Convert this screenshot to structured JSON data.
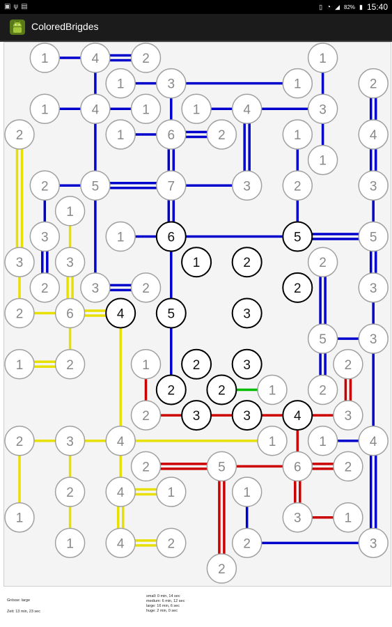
{
  "status_bar": {
    "left_icons": [
      "image-icon",
      "usb-icon",
      "notification-icon"
    ],
    "battery": "82%",
    "time": "15:40"
  },
  "app": {
    "title": "ColoredBrigdes"
  },
  "colors": {
    "blue": "#0000cc",
    "yellow": "#e8e000",
    "red": "#cc0000",
    "green": "#00bb00",
    "node_fill": "#ffffff",
    "node_stroke_done": "#a0a0a0",
    "node_stroke_open": "#000000"
  },
  "footer": {
    "size_label": "Grösse: large",
    "time_label": "Zeit: 13 min, 23 sec",
    "records": [
      "small: 0 min, 14 sec",
      "medium: 6 min, 12 sec",
      "large: 16 min, 6 sec",
      "huge: 2 min, 0 sec"
    ]
  },
  "islands": [
    {
      "id": "a1",
      "col": 1,
      "row": 0,
      "value": "1",
      "done": true
    },
    {
      "id": "a2",
      "col": 3,
      "row": 0,
      "value": "4",
      "done": true
    },
    {
      "id": "a3",
      "col": 5,
      "row": 0,
      "value": "2",
      "done": true
    },
    {
      "id": "a4",
      "col": 12,
      "row": 0,
      "value": "1",
      "done": true
    },
    {
      "id": "b1",
      "col": 4,
      "row": 1,
      "value": "1",
      "done": true
    },
    {
      "id": "b2",
      "col": 6,
      "row": 1,
      "value": "3",
      "done": true
    },
    {
      "id": "b3",
      "col": 11,
      "row": 1,
      "value": "1",
      "done": true
    },
    {
      "id": "b4",
      "col": 14,
      "row": 1,
      "value": "2",
      "done": true
    },
    {
      "id": "c1",
      "col": 1,
      "row": 2,
      "value": "1",
      "done": true
    },
    {
      "id": "c2",
      "col": 3,
      "row": 2,
      "value": "4",
      "done": true
    },
    {
      "id": "c3",
      "col": 5,
      "row": 2,
      "value": "1",
      "done": true
    },
    {
      "id": "c4",
      "col": 7,
      "row": 2,
      "value": "1",
      "done": true
    },
    {
      "id": "c5",
      "col": 9,
      "row": 2,
      "value": "4",
      "done": true
    },
    {
      "id": "c6",
      "col": 12,
      "row": 2,
      "value": "3",
      "done": true
    },
    {
      "id": "d1",
      "col": 0,
      "row": 3,
      "value": "2",
      "done": true
    },
    {
      "id": "d2",
      "col": 4,
      "row": 3,
      "value": "1",
      "done": true
    },
    {
      "id": "d3",
      "col": 6,
      "row": 3,
      "value": "6",
      "done": true
    },
    {
      "id": "d4",
      "col": 8,
      "row": 3,
      "value": "2",
      "done": true
    },
    {
      "id": "d5",
      "col": 11,
      "row": 3,
      "value": "1",
      "done": true
    },
    {
      "id": "d6",
      "col": 14,
      "row": 3,
      "value": "4",
      "done": true
    },
    {
      "id": "e1",
      "col": 12,
      "row": 4,
      "value": "1",
      "done": true
    },
    {
      "id": "f1",
      "col": 1,
      "row": 5,
      "value": "2",
      "done": true
    },
    {
      "id": "f2",
      "col": 3,
      "row": 5,
      "value": "5",
      "done": true
    },
    {
      "id": "f3",
      "col": 6,
      "row": 5,
      "value": "7",
      "done": true
    },
    {
      "id": "f4",
      "col": 9,
      "row": 5,
      "value": "3",
      "done": true
    },
    {
      "id": "f5",
      "col": 11,
      "row": 5,
      "value": "2",
      "done": true
    },
    {
      "id": "f6",
      "col": 14,
      "row": 5,
      "value": "3",
      "done": true
    },
    {
      "id": "g1",
      "col": 2,
      "row": 6,
      "value": "1",
      "done": true
    },
    {
      "id": "h1",
      "col": 1,
      "row": 7,
      "value": "3",
      "done": true
    },
    {
      "id": "h2",
      "col": 4,
      "row": 7,
      "value": "1",
      "done": true
    },
    {
      "id": "h3",
      "col": 6,
      "row": 7,
      "value": "6",
      "done": false
    },
    {
      "id": "h4",
      "col": 11,
      "row": 7,
      "value": "5",
      "done": false
    },
    {
      "id": "h5",
      "col": 14,
      "row": 7,
      "value": "5",
      "done": true
    },
    {
      "id": "i1",
      "col": 0,
      "row": 8,
      "value": "3",
      "done": true
    },
    {
      "id": "i2",
      "col": 2,
      "row": 8,
      "value": "3",
      "done": true
    },
    {
      "id": "i3",
      "col": 7,
      "row": 8,
      "value": "1",
      "done": false
    },
    {
      "id": "i4",
      "col": 9,
      "row": 8,
      "value": "2",
      "done": false
    },
    {
      "id": "i5",
      "col": 12,
      "row": 8,
      "value": "2",
      "done": true
    },
    {
      "id": "j1",
      "col": 1,
      "row": 9,
      "value": "2",
      "done": true
    },
    {
      "id": "j2",
      "col": 3,
      "row": 9,
      "value": "3",
      "done": true
    },
    {
      "id": "j3",
      "col": 5,
      "row": 9,
      "value": "2",
      "done": true
    },
    {
      "id": "j4",
      "col": 11,
      "row": 9,
      "value": "2",
      "done": false
    },
    {
      "id": "j5",
      "col": 14,
      "row": 9,
      "value": "3",
      "done": true
    },
    {
      "id": "k1",
      "col": 0,
      "row": 10,
      "value": "2",
      "done": true
    },
    {
      "id": "k2",
      "col": 2,
      "row": 10,
      "value": "6",
      "done": true
    },
    {
      "id": "k3",
      "col": 4,
      "row": 10,
      "value": "4",
      "done": false
    },
    {
      "id": "k4",
      "col": 6,
      "row": 10,
      "value": "5",
      "done": false
    },
    {
      "id": "k5",
      "col": 9,
      "row": 10,
      "value": "3",
      "done": false
    },
    {
      "id": "l1",
      "col": 12,
      "row": 11,
      "value": "5",
      "done": true
    },
    {
      "id": "l2",
      "col": 14,
      "row": 11,
      "value": "3",
      "done": true
    },
    {
      "id": "m1",
      "col": 0,
      "row": 12,
      "value": "1",
      "done": true
    },
    {
      "id": "m2",
      "col": 2,
      "row": 12,
      "value": "2",
      "done": true
    },
    {
      "id": "m3",
      "col": 5,
      "row": 12,
      "value": "1",
      "done": true
    },
    {
      "id": "m4",
      "col": 7,
      "row": 12,
      "value": "2",
      "done": false
    },
    {
      "id": "m5",
      "col": 9,
      "row": 12,
      "value": "3",
      "done": false
    },
    {
      "id": "m6",
      "col": 13,
      "row": 12,
      "value": "2",
      "done": true
    },
    {
      "id": "n1",
      "col": 6,
      "row": 13,
      "value": "2",
      "done": false
    },
    {
      "id": "n2",
      "col": 8,
      "row": 13,
      "value": "2",
      "done": false
    },
    {
      "id": "n3",
      "col": 10,
      "row": 13,
      "value": "1",
      "done": true
    },
    {
      "id": "n4",
      "col": 12,
      "row": 13,
      "value": "2",
      "done": true
    },
    {
      "id": "o1",
      "col": 5,
      "row": 14,
      "value": "2",
      "done": true
    },
    {
      "id": "o2",
      "col": 7,
      "row": 14,
      "value": "3",
      "done": false
    },
    {
      "id": "o3",
      "col": 9,
      "row": 14,
      "value": "3",
      "done": false
    },
    {
      "id": "o4",
      "col": 11,
      "row": 14,
      "value": "4",
      "done": false
    },
    {
      "id": "o5",
      "col": 13,
      "row": 14,
      "value": "3",
      "done": true
    },
    {
      "id": "p1",
      "col": 0,
      "row": 15,
      "value": "2",
      "done": true
    },
    {
      "id": "p2",
      "col": 2,
      "row": 15,
      "value": "3",
      "done": true
    },
    {
      "id": "p3",
      "col": 4,
      "row": 15,
      "value": "4",
      "done": true
    },
    {
      "id": "p4",
      "col": 10,
      "row": 15,
      "value": "1",
      "done": true
    },
    {
      "id": "p5",
      "col": 12,
      "row": 15,
      "value": "1",
      "done": true
    },
    {
      "id": "p6",
      "col": 14,
      "row": 15,
      "value": "4",
      "done": true
    },
    {
      "id": "q1",
      "col": 5,
      "row": 16,
      "value": "2",
      "done": true
    },
    {
      "id": "q2",
      "col": 8,
      "row": 16,
      "value": "5",
      "done": true
    },
    {
      "id": "q3",
      "col": 11,
      "row": 16,
      "value": "6",
      "done": true
    },
    {
      "id": "q4",
      "col": 13,
      "row": 16,
      "value": "2",
      "done": true
    },
    {
      "id": "r1",
      "col": 2,
      "row": 17,
      "value": "2",
      "done": true
    },
    {
      "id": "r2",
      "col": 4,
      "row": 17,
      "value": "4",
      "done": true
    },
    {
      "id": "r3",
      "col": 6,
      "row": 17,
      "value": "1",
      "done": true
    },
    {
      "id": "r4",
      "col": 9,
      "row": 17,
      "value": "1",
      "done": true
    },
    {
      "id": "s1",
      "col": 0,
      "row": 18,
      "value": "1",
      "done": true
    },
    {
      "id": "s2",
      "col": 11,
      "row": 18,
      "value": "3",
      "done": true
    },
    {
      "id": "s3",
      "col": 13,
      "row": 18,
      "value": "1",
      "done": true
    },
    {
      "id": "t1",
      "col": 2,
      "row": 19,
      "value": "1",
      "done": true
    },
    {
      "id": "t2",
      "col": 4,
      "row": 19,
      "value": "4",
      "done": true
    },
    {
      "id": "t3",
      "col": 6,
      "row": 19,
      "value": "2",
      "done": true
    },
    {
      "id": "t4",
      "col": 9,
      "row": 19,
      "value": "2",
      "done": true
    },
    {
      "id": "t5",
      "col": 14,
      "row": 19,
      "value": "3",
      "done": true
    },
    {
      "id": "u1",
      "col": 8,
      "row": 20,
      "value": "2",
      "done": true
    }
  ],
  "bridges": [
    {
      "from": "a1",
      "to": "a2",
      "count": 1,
      "color": "blue"
    },
    {
      "from": "a2",
      "to": "a3",
      "count": 2,
      "color": "blue"
    },
    {
      "from": "a2",
      "to": "c2",
      "count": 1,
      "color": "blue"
    },
    {
      "from": "a4",
      "to": "c6",
      "count": 1,
      "color": "blue"
    },
    {
      "from": "b1",
      "to": "b2",
      "count": 1,
      "color": "blue"
    },
    {
      "from": "b2",
      "to": "b3",
      "count": 1,
      "color": "blue"
    },
    {
      "from": "b2",
      "to": "d3",
      "count": 1,
      "color": "blue"
    },
    {
      "from": "b4",
      "to": "d6",
      "count": 2,
      "color": "blue"
    },
    {
      "from": "c1",
      "to": "c2",
      "count": 1,
      "color": "blue"
    },
    {
      "from": "c2",
      "to": "c3",
      "count": 1,
      "color": "blue"
    },
    {
      "from": "c2",
      "to": "f2",
      "count": 1,
      "color": "blue"
    },
    {
      "from": "c4",
      "to": "c5",
      "count": 1,
      "color": "blue"
    },
    {
      "from": "c5",
      "to": "c6",
      "count": 1,
      "color": "blue"
    },
    {
      "from": "c5",
      "to": "f4",
      "count": 2,
      "color": "blue"
    },
    {
      "from": "c6",
      "to": "e1",
      "count": 1,
      "color": "blue"
    },
    {
      "from": "d2",
      "to": "d3",
      "count": 1,
      "color": "blue"
    },
    {
      "from": "d3",
      "to": "d4",
      "count": 2,
      "color": "blue"
    },
    {
      "from": "d3",
      "to": "f3",
      "count": 2,
      "color": "blue"
    },
    {
      "from": "d5",
      "to": "f5",
      "count": 1,
      "color": "blue"
    },
    {
      "from": "d6",
      "to": "f6",
      "count": 2,
      "color": "blue"
    },
    {
      "from": "d1",
      "to": "i1",
      "count": 2,
      "color": "yellow"
    },
    {
      "from": "f1",
      "to": "f2",
      "count": 1,
      "color": "blue"
    },
    {
      "from": "f1",
      "to": "h1",
      "count": 1,
      "color": "blue"
    },
    {
      "from": "f2",
      "to": "f3",
      "count": 2,
      "color": "blue"
    },
    {
      "from": "f2",
      "to": "j2",
      "count": 1,
      "color": "blue"
    },
    {
      "from": "f3",
      "to": "f4",
      "count": 1,
      "color": "blue"
    },
    {
      "from": "f3",
      "to": "h3",
      "count": 2,
      "color": "blue"
    },
    {
      "from": "f5",
      "to": "h4",
      "count": 1,
      "color": "blue"
    },
    {
      "from": "f6",
      "to": "h5",
      "count": 1,
      "color": "blue"
    },
    {
      "from": "g1",
      "to": "i2",
      "count": 1,
      "color": "yellow"
    },
    {
      "from": "h1",
      "to": "j1",
      "count": 2,
      "color": "blue"
    },
    {
      "from": "h2",
      "to": "h3",
      "count": 1,
      "color": "blue"
    },
    {
      "from": "h3",
      "to": "h4",
      "count": 1,
      "color": "blue"
    },
    {
      "from": "h4",
      "to": "h5",
      "count": 2,
      "color": "blue"
    },
    {
      "from": "h3",
      "to": "k4",
      "count": 1,
      "color": "blue"
    },
    {
      "from": "h5",
      "to": "j5",
      "count": 2,
      "color": "blue"
    },
    {
      "from": "i1",
      "to": "k1",
      "count": 1,
      "color": "yellow"
    },
    {
      "from": "i2",
      "to": "k2",
      "count": 2,
      "color": "yellow"
    },
    {
      "from": "i5",
      "to": "l1",
      "count": 2,
      "color": "blue"
    },
    {
      "from": "j2",
      "to": "j3",
      "count": 2,
      "color": "blue"
    },
    {
      "from": "j5",
      "to": "l2",
      "count": 1,
      "color": "blue"
    },
    {
      "from": "k1",
      "to": "k2",
      "count": 1,
      "color": "yellow"
    },
    {
      "from": "k2",
      "to": "k3",
      "count": 2,
      "color": "yellow"
    },
    {
      "from": "k2",
      "to": "m2",
      "count": 1,
      "color": "yellow"
    },
    {
      "from": "k3",
      "to": "p3",
      "count": 1,
      "color": "yellow"
    },
    {
      "from": "k4",
      "to": "n1",
      "count": 1,
      "color": "blue"
    },
    {
      "from": "l1",
      "to": "l2",
      "count": 1,
      "color": "blue"
    },
    {
      "from": "l1",
      "to": "n4",
      "count": 2,
      "color": "blue"
    },
    {
      "from": "l2",
      "to": "p6",
      "count": 1,
      "color": "blue"
    },
    {
      "from": "m1",
      "to": "m2",
      "count": 2,
      "color": "yellow"
    },
    {
      "from": "m3",
      "to": "o1",
      "count": 1,
      "color": "red"
    },
    {
      "from": "m6",
      "to": "o5",
      "count": 2,
      "color": "red"
    },
    {
      "from": "n2",
      "to": "n3",
      "count": 1,
      "color": "green"
    },
    {
      "from": "o1",
      "to": "o2",
      "count": 1,
      "color": "red"
    },
    {
      "from": "o2",
      "to": "o3",
      "count": 1,
      "color": "red"
    },
    {
      "from": "o3",
      "to": "o4",
      "count": 1,
      "color": "red"
    },
    {
      "from": "o4",
      "to": "o5",
      "count": 1,
      "color": "red"
    },
    {
      "from": "o4",
      "to": "q3",
      "count": 1,
      "color": "red"
    },
    {
      "from": "p1",
      "to": "p2",
      "count": 1,
      "color": "yellow"
    },
    {
      "from": "p2",
      "to": "p3",
      "count": 1,
      "color": "yellow"
    },
    {
      "from": "p3",
      "to": "p4",
      "count": 1,
      "color": "yellow"
    },
    {
      "from": "p1",
      "to": "s1",
      "count": 1,
      "color": "yellow"
    },
    {
      "from": "p2",
      "to": "r1",
      "count": 1,
      "color": "yellow"
    },
    {
      "from": "p3",
      "to": "r2",
      "count": 1,
      "color": "yellow"
    },
    {
      "from": "p5",
      "to": "p6",
      "count": 1,
      "color": "blue"
    },
    {
      "from": "p6",
      "to": "t5",
      "count": 2,
      "color": "blue"
    },
    {
      "from": "q1",
      "to": "q2",
      "count": 2,
      "color": "red"
    },
    {
      "from": "q2",
      "to": "q3",
      "count": 1,
      "color": "red"
    },
    {
      "from": "q3",
      "to": "q4",
      "count": 2,
      "color": "red"
    },
    {
      "from": "q2",
      "to": "u1",
      "count": 2,
      "color": "red"
    },
    {
      "from": "q3",
      "to": "s2",
      "count": 2,
      "color": "red"
    },
    {
      "from": "r1",
      "to": "t1",
      "count": 1,
      "color": "yellow"
    },
    {
      "from": "r2",
      "to": "r3",
      "count": 2,
      "color": "yellow"
    },
    {
      "from": "r2",
      "to": "t2",
      "count": 2,
      "color": "yellow"
    },
    {
      "from": "r4",
      "to": "t4",
      "count": 1,
      "color": "blue"
    },
    {
      "from": "s2",
      "to": "s3",
      "count": 1,
      "color": "red"
    },
    {
      "from": "t2",
      "to": "t3",
      "count": 2,
      "color": "yellow"
    },
    {
      "from": "t4",
      "to": "t5",
      "count": 1,
      "color": "blue"
    }
  ]
}
